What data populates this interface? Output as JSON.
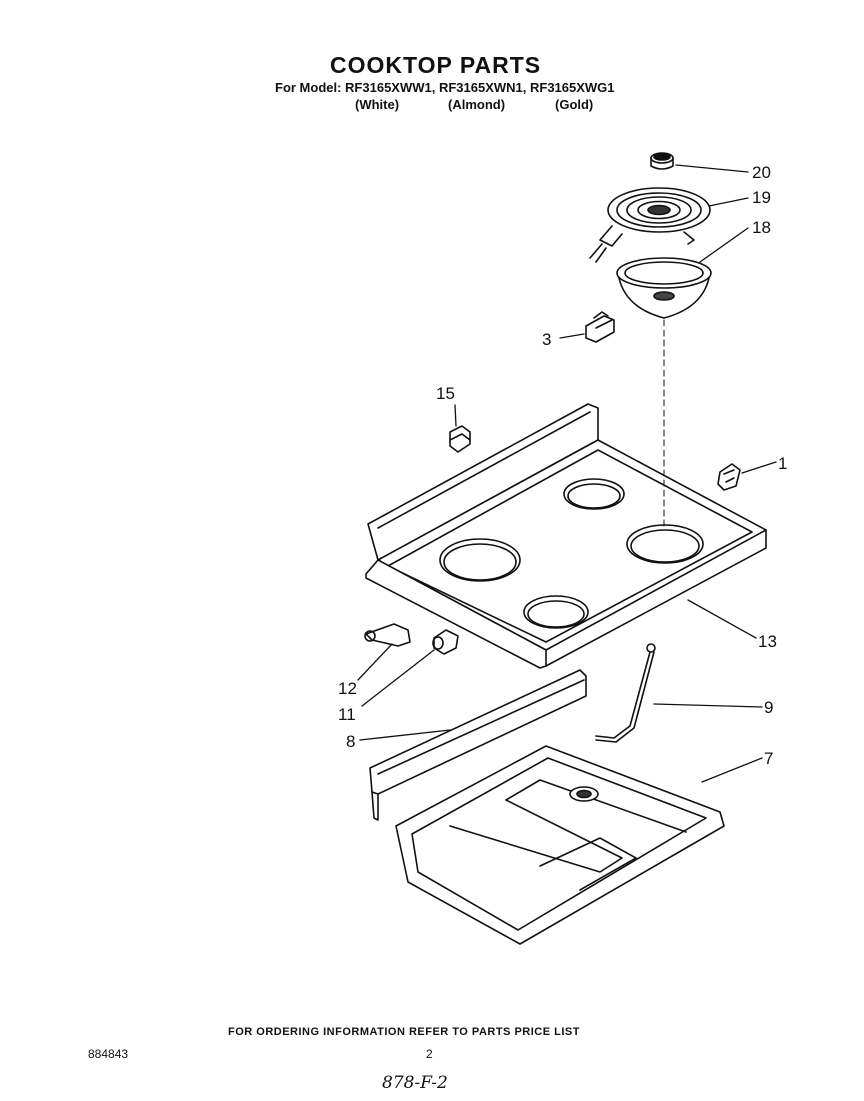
{
  "header": {
    "title": "COOKTOP PARTS",
    "models_line": "For Model: RF3165XWW1, RF3165XWN1, RF3165XWG1",
    "colors": [
      "(White)",
      "(Almond)",
      "(Gold)"
    ]
  },
  "parts": [
    {
      "id": "20",
      "label": "20"
    },
    {
      "id": "19",
      "label": "19"
    },
    {
      "id": "18",
      "label": "18"
    },
    {
      "id": "3",
      "label": "3"
    },
    {
      "id": "15",
      "label": "15"
    },
    {
      "id": "1",
      "label": "1"
    },
    {
      "id": "13",
      "label": "13"
    },
    {
      "id": "12",
      "label": "12"
    },
    {
      "id": "11",
      "label": "11"
    },
    {
      "id": "9",
      "label": "9"
    },
    {
      "id": "8",
      "label": "8"
    },
    {
      "id": "7",
      "label": "7"
    }
  ],
  "footer": {
    "ordering_note": "FOR ORDERING INFORMATION REFER TO PARTS PRICE LIST",
    "doc_number": "884843",
    "page_number": "2",
    "handwritten": "878-F-2"
  }
}
